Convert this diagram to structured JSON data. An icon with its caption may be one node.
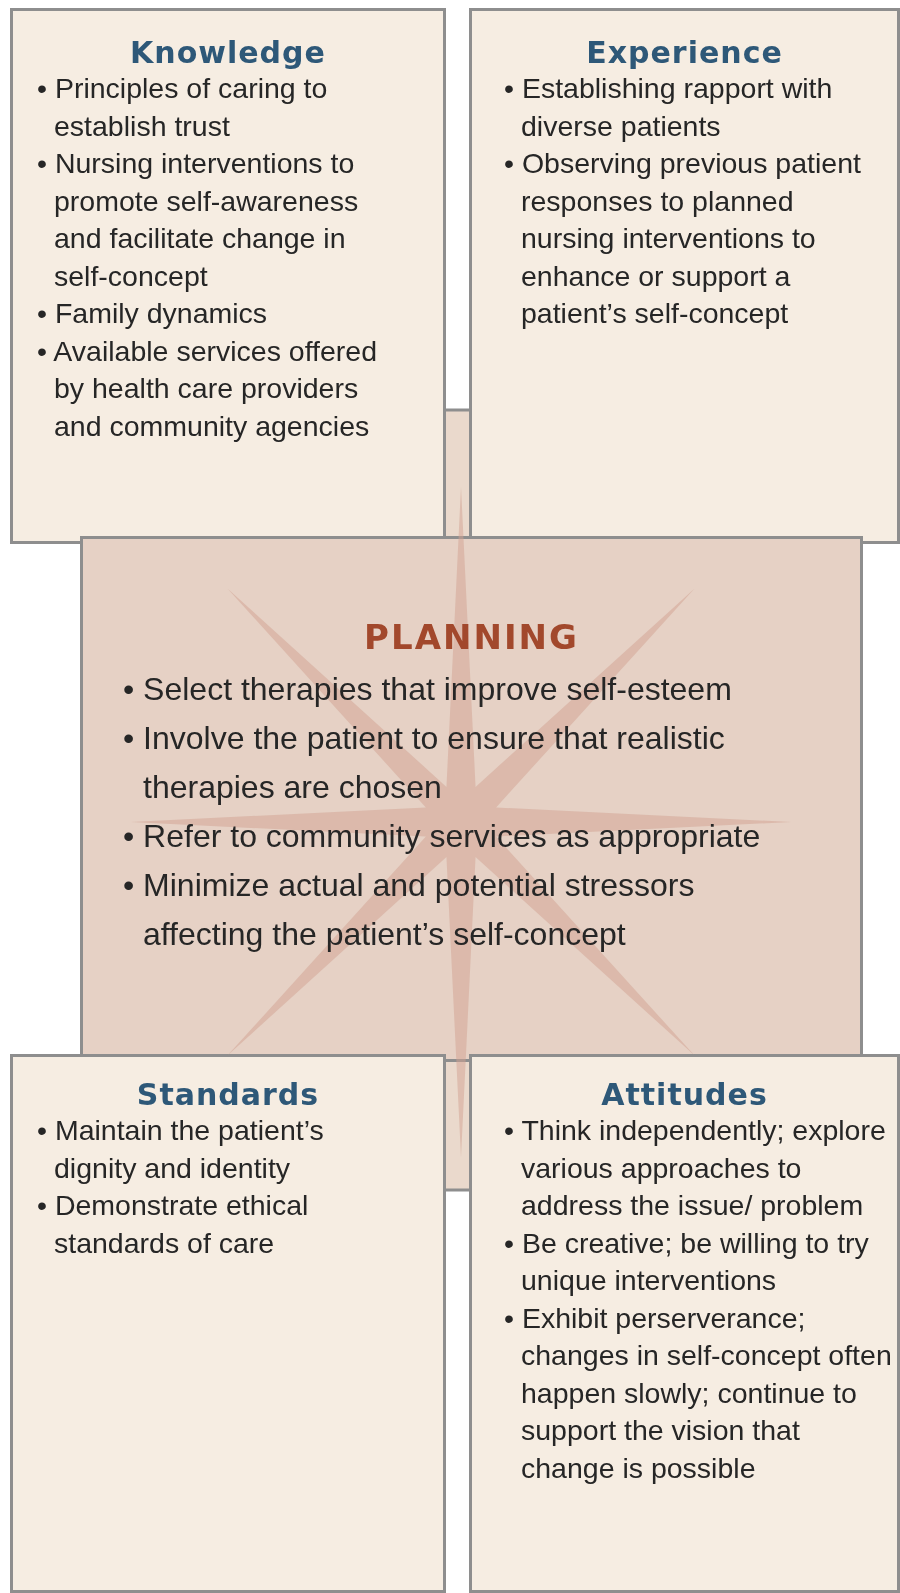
{
  "diagram": {
    "nodes": [
      {
        "text": [
          "Knowledge",
          "• Principles of caring to establish trust",
          "• Nursing interventions to promote self-awareness and facilitate change in self-concept",
          "• Family dynamics",
          "• Available services offered by health care providers and community agencies"
        ]
      },
      {
        "text": [
          "Experience",
          "• Establishing rapport with diverse patients",
          "• Observing previous patient responses to planned nursing interventions to enhance or support a patient’s self-concept"
        ]
      },
      {
        "text": [
          "PLANNING",
          "• Select therapies that improve self-esteem",
          "• Involve the patient to ensure that realistic therapies are chosen",
          "• Refer to community services as appropriate",
          "• Minimize actual and potential stressors affecting the patient’s self-concept"
        ]
      },
      {
        "text": [
          "Standards",
          "• Maintain the patient’s dignity and identity",
          "• Demonstrate ethical standards of care"
        ]
      },
      {
        "text": [
          "Attitudes",
          "• Think independently; explore various approaches to address the issue/ problem",
          "• Be creative; be willing to try unique interventions",
          "• Exhibit perserverance; changes in self-concept often happen slowly; continue to support the vision that change is possible"
        ]
      }
    ]
  }
}
